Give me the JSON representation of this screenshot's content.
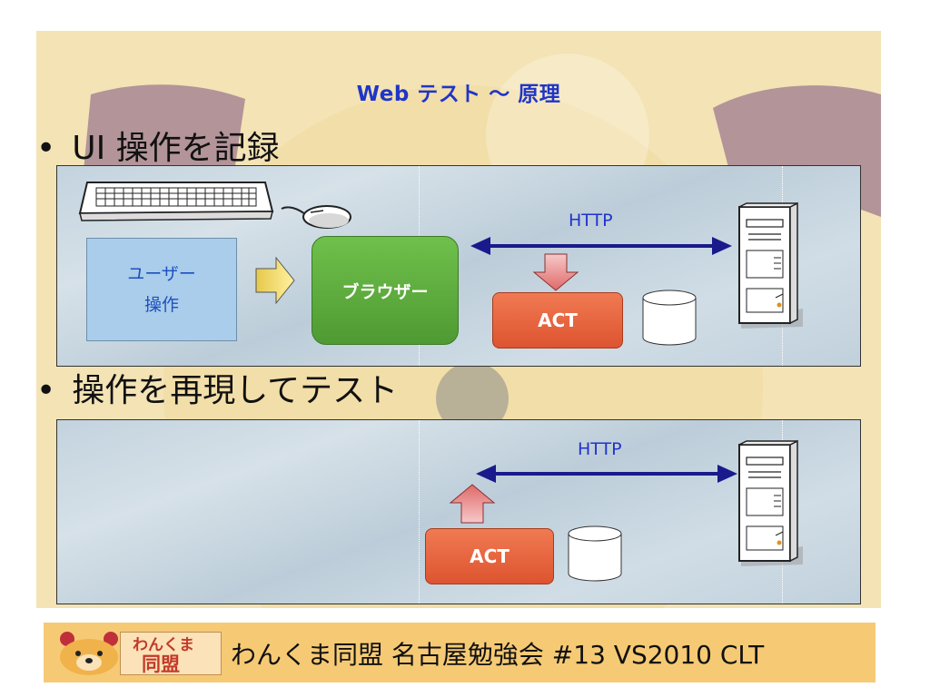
{
  "slide": {
    "title": "Web テスト ～ 原理",
    "bullet1": "UI 操作を記録",
    "bullet2": "操作を再現してテスト",
    "bullet_glyph": "•"
  },
  "diagram_record": {
    "user_box_line1": "ユーザー",
    "user_box_line2": "操作",
    "browser_label": "ブラウザー",
    "http_label": "HTTP",
    "act_label": "ACT"
  },
  "diagram_replay": {
    "http_label": "HTTP",
    "act_label": "ACT"
  },
  "footer": {
    "logo_text_line1": "わんくま",
    "logo_text_line2": "同盟",
    "text": "わんくま同盟 名古屋勉強会 #13 VS2010 CLT"
  },
  "colors": {
    "title": "#1f35c8",
    "arrow": "#1a1a8c",
    "act": "#e35f38",
    "browser": "#5aa83b",
    "user_box": "#a9cdea",
    "footer": "#f6ca74",
    "slide_bg": "#f3e3b5"
  },
  "icons": [
    "keyboard-icon",
    "mouse-icon",
    "server-icon",
    "database-icon",
    "bear-logo-icon"
  ]
}
